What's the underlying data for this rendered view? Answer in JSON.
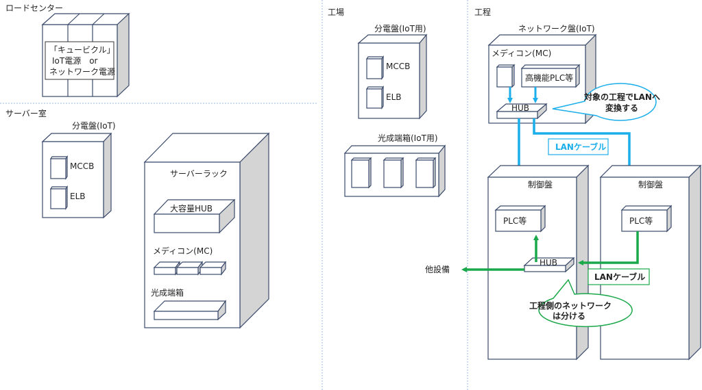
{
  "sections": {
    "load_center": "ロードセンター",
    "server_room": "サーバー室",
    "factory": "工場",
    "process": "工程"
  },
  "load_center": {
    "cubicle_text": [
      "「キュービクル」",
      "IoT電源　or",
      "ネットワーク電源"
    ]
  },
  "server_room": {
    "panel_title": "分電盤(IoT)",
    "breakers": [
      "MCCB",
      "ELB"
    ],
    "rack_title": "サーバーラック",
    "hub_label": "大容量HUB",
    "mc_label": "メディコン(MC)",
    "optical_label": "光成端箱"
  },
  "factory": {
    "panel_title": "分電盤(IoT用)",
    "breakers": [
      "MCCB",
      "ELB"
    ],
    "optical_title": "光成端箱(IoT用)"
  },
  "process": {
    "network_panel_title": "ネットワーク盤(IoT)",
    "mc_label": "メディコン(MC)",
    "plc_high": "高機能PLC等",
    "hub_top": "HUB",
    "callout_blue": [
      "対象の工程でLANへ",
      "変換する"
    ],
    "lan_blue": "LANケーブル",
    "control_panel_1": "制御盤",
    "control_panel_2": "制御盤",
    "plc_1": "PLC等",
    "plc_2": "PLC等",
    "hub_bottom": "HUB",
    "other_equipment": "他設備",
    "lan_green": "LANケーブル",
    "callout_green": [
      "工程側のネットワーク",
      "は分ける"
    ]
  },
  "colors": {
    "blue_cable": "#1aaeea",
    "green_cable": "#1aa84a",
    "outline": "#3a4a6b",
    "side_fill": "#d4d4d4"
  }
}
